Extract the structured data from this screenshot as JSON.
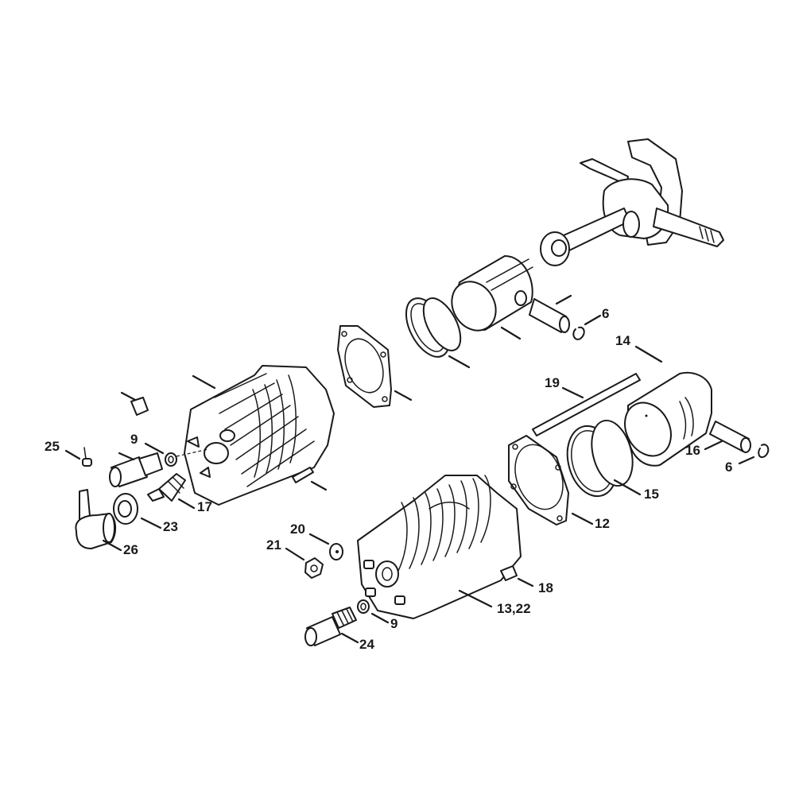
{
  "diagram": {
    "type": "exploded-parts-diagram",
    "subject": "two-stroke engine cylinder, piston and crankshaft assembly",
    "line_color": "#1a1a1a",
    "background": "#ffffff"
  },
  "callouts": [
    {
      "id": "c6a",
      "label": "6",
      "part": "piston pin circlip (upper)"
    },
    {
      "id": "c14",
      "label": "14",
      "part": "piston"
    },
    {
      "id": "c19",
      "label": "19",
      "part": "rod / pin"
    },
    {
      "id": "c16",
      "label": "16",
      "part": "piston pin"
    },
    {
      "id": "c6b",
      "label": "6",
      "part": "piston pin circlip (lower)"
    },
    {
      "id": "c15",
      "label": "15",
      "part": "piston rings"
    },
    {
      "id": "c12",
      "label": "12",
      "part": "cylinder gasket"
    },
    {
      "id": "c18",
      "label": "18",
      "part": "screw"
    },
    {
      "id": "c1322",
      "label": "13,22",
      "part": "cylinder"
    },
    {
      "id": "c20",
      "label": "20",
      "part": "washer"
    },
    {
      "id": "c21",
      "label": "21",
      "part": "nut"
    },
    {
      "id": "c9a",
      "label": "9",
      "part": "sealing ring (upper)"
    },
    {
      "id": "c9b",
      "label": "9",
      "part": "sealing ring (lower)"
    },
    {
      "id": "c17",
      "label": "17",
      "part": "spark plug / decompression valve"
    },
    {
      "id": "c25",
      "label": "25",
      "part": "clip"
    },
    {
      "id": "c24",
      "label": "24",
      "part": "spark plug"
    },
    {
      "id": "c23",
      "label": "23",
      "part": "sleeve / grommet"
    },
    {
      "id": "c26",
      "label": "26",
      "part": "spark plug boot"
    }
  ]
}
